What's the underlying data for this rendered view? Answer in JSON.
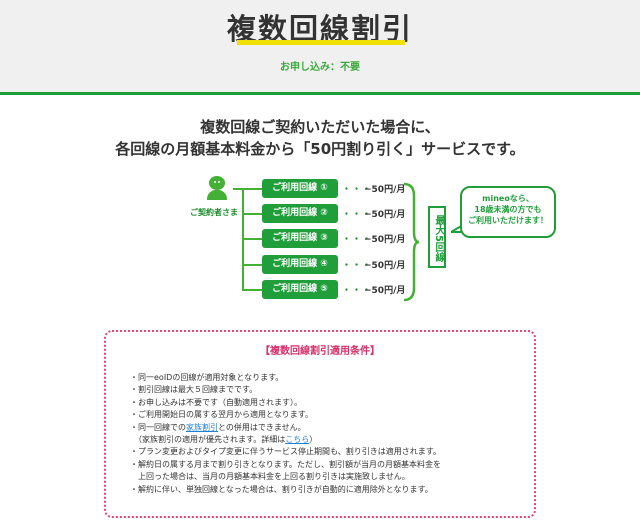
{
  "header": {
    "title": "複数回線割引",
    "apply_note": "お申し込み：不要"
  },
  "lead": {
    "line1": "複数回線ご契約いただいた場合に、",
    "line2": "各回線の月額基本料金から「50円割り引く」サービスです。"
  },
  "diagram": {
    "owner_label": "ご契約者さま",
    "lines": [
      {
        "label": "ご利用回線 ①",
        "dots": "・・・",
        "discount": "−50円/月"
      },
      {
        "label": "ご利用回線 ②",
        "dots": "・・・",
        "discount": "−50円/月"
      },
      {
        "label": "ご利用回線 ③",
        "dots": "・・・",
        "discount": "−50円/月"
      },
      {
        "label": "ご利用回線 ④",
        "dots": "・・・",
        "discount": "−50円/月"
      },
      {
        "label": "ご利用回線 ⑤",
        "dots": "・・・",
        "discount": "−50円/月"
      }
    ],
    "max_label": "最大5回線",
    "bubble": {
      "line1": "mineoなら、",
      "line2": "18歳未満の方でも",
      "line3": "ご利用いただけます！"
    }
  },
  "conditions": {
    "title": "【複数回線割引適用条件】",
    "items": [
      {
        "text": "・同一eoIDの回線が適用対象となります。"
      },
      {
        "text": "・割引回線は最大５回線までです。"
      },
      {
        "text": "・お申し込みは不要です（自動適用されます）。"
      },
      {
        "text": "・ご利用開始日の属する翌月から適用となります。"
      },
      {
        "pre": "・同一回線での",
        "link": "家族割引",
        "post": "との併用はできません。"
      },
      {
        "pre": "　（家族割引の適用が優先されます。詳細は",
        "link": "こちら",
        "post": "）"
      },
      {
        "text": "・プラン変更およびタイプ変更に伴うサービス停止期間も、割り引きは適用されます。"
      },
      {
        "text": "・解約日の属する月まで割り引きとなります。ただし、割引額が当月の月額基本料金を"
      },
      {
        "text": "　上回った場合は、当月の月額基本料金を上回る割り引きは実施致しません。"
      },
      {
        "text": "・解約に伴い、単独回線となった場合は、割り引きが自動的に適用除外となります。"
      }
    ]
  },
  "colors": {
    "brand_green": "#1f9e3a",
    "accent_yellow": "#f0e000",
    "condition_pink": "#e0457b"
  }
}
